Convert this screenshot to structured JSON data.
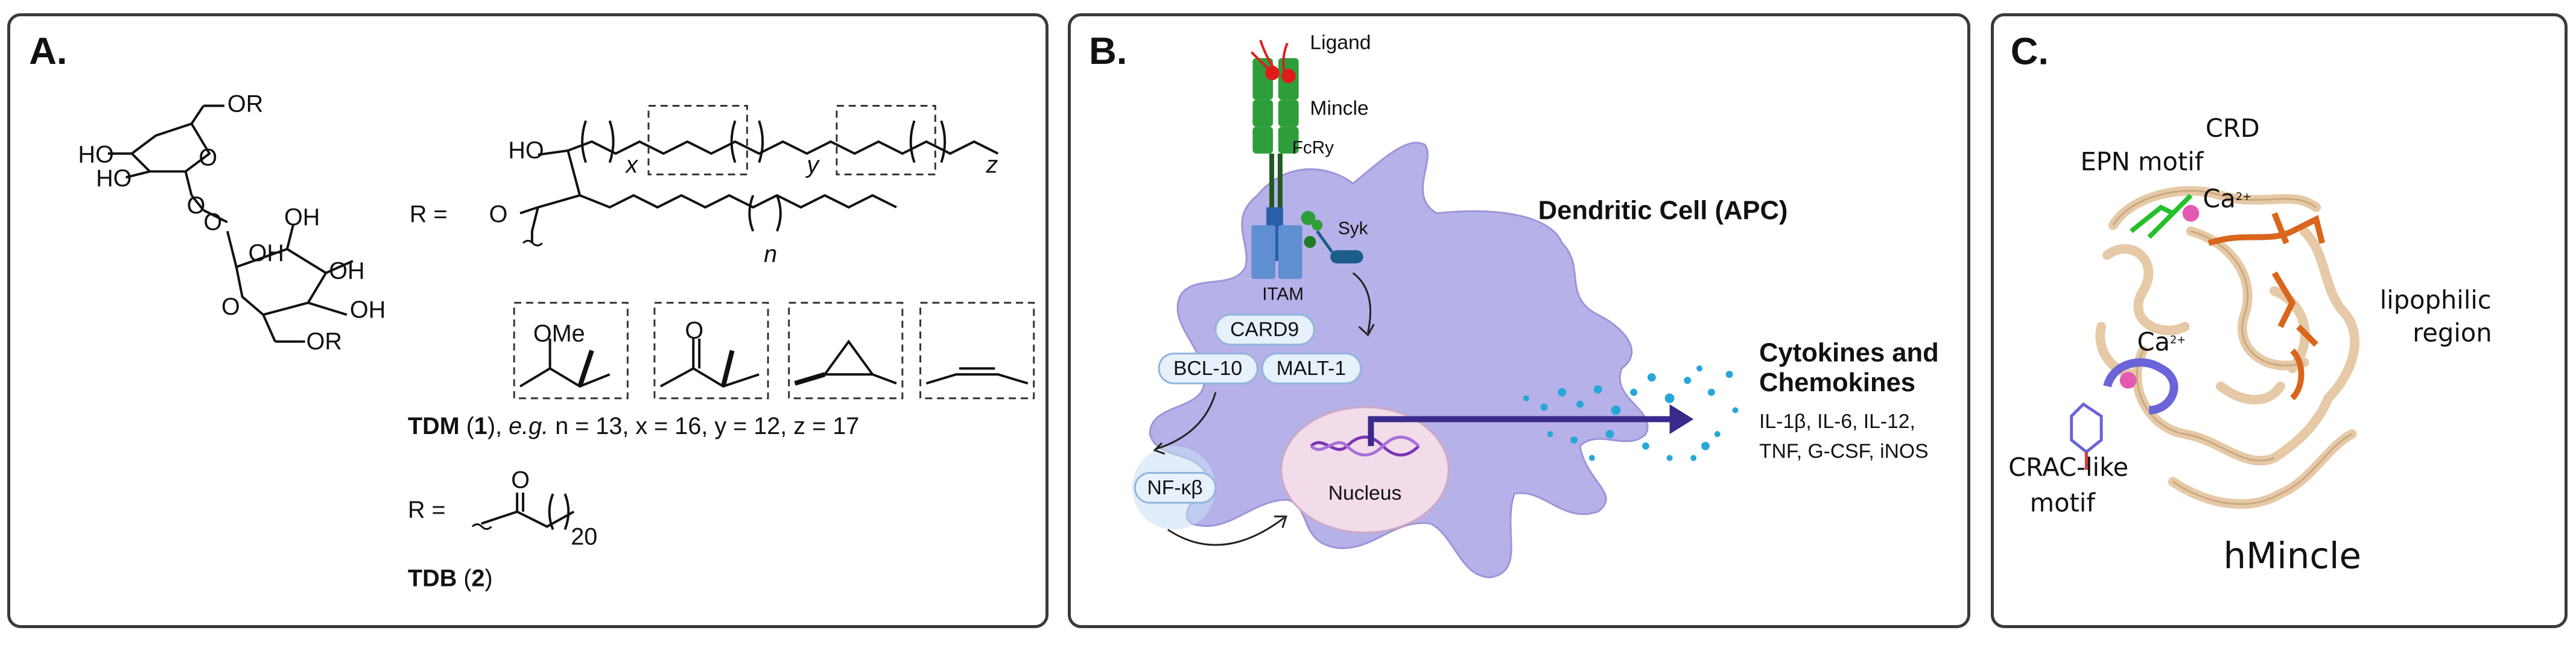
{
  "panel_a": {
    "label": "A.",
    "ring_ro_top": "OR",
    "ring_ho_1": "HO",
    "ring_ho_2": "HO",
    "ring_oh_1": "OH",
    "ring_o_top": "O",
    "ring_o_link1": "O",
    "ring_o_link2": "O",
    "ring_oh_2": "OH",
    "ring_oh_3": "OH",
    "ring_o_bottom": "O",
    "ring_oh_4": "OH",
    "ring_or_bottom": "OR",
    "r_equals_1": "R =",
    "ho_chain": "HO",
    "sub_x": "x",
    "sub_y": "y",
    "sub_z": "z",
    "sub_n": "n",
    "carbonyl_o_1": "O",
    "ome": "OMe",
    "carbonyl_o_2": "O",
    "tdm_name": "TDM",
    "tdm_number": "1",
    "tdm_example": "e.g.",
    "tdm_values": "n = 13, x = 16, y = 12, z = 17",
    "r_equals_2": "R =",
    "carbonyl_o_3": "O",
    "sub_20": "20",
    "tdb_name": "TDB",
    "tdb_number": "2"
  },
  "panel_b": {
    "label": "B.",
    "ligand": "Ligand",
    "mincle": "Mincle",
    "fcry": "FcRy",
    "syk": "Syk",
    "itam": "ITAM",
    "card9": "CARD9",
    "bcl10": "BCL-10",
    "malt1": "MALT-1",
    "nfkb": "NF-κβ",
    "nucleus": "Nucleus",
    "cell_title": "Dendritic Cell (APC)",
    "cytokines_title_1": "Cytokines and",
    "cytokines_title_2": "Chemokines",
    "cytokines_list_1": "IL-1β, IL-6, IL-12,",
    "cytokines_list_2": "TNF, G-CSF, iNOS",
    "colors": {
      "cell": "#b3aee6",
      "mincle": "#2e9e3a",
      "fcr": "#2a5fa8",
      "itam": "#5f8fd0",
      "card": "#e7f1fb",
      "nucleus": "#f2dcea",
      "arrow": "#3a2a8c",
      "dots": "#27a7d8"
    }
  },
  "panel_c": {
    "label": "C.",
    "crd": "CRD",
    "epn": "EPN motif",
    "ca_top": "Ca",
    "ca_top_sup": "2+",
    "lipophilic_1": "lipophilic",
    "lipophilic_2": "region",
    "ca_bottom": "Ca",
    "ca_bottom_sup": "2+",
    "crac_1": "CRAC-like",
    "crac_2": "motif",
    "title": "hMincle",
    "colors": {
      "ribbon": "#e6c9a6",
      "epn": "#22c02a",
      "lipophilic": "#d9661c",
      "crac": "#6a64d8",
      "calcium": "#e45ab2"
    }
  }
}
